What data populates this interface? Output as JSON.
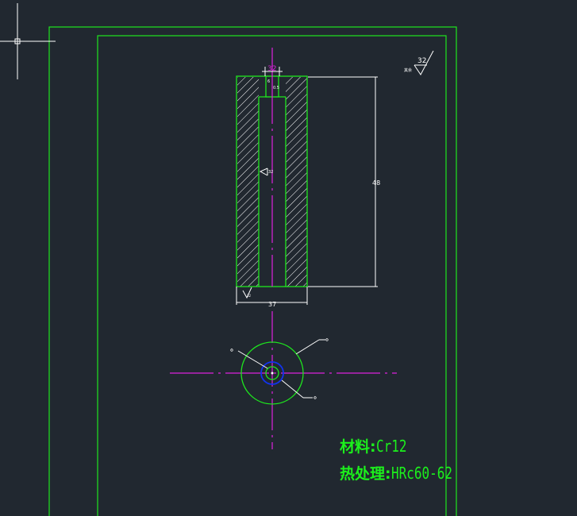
{
  "colors": {
    "background": "#212830",
    "frame": "#1ee61e",
    "centerline": "#dd22dd",
    "dimension": "#ffffff",
    "crosshair": "#ffffff",
    "hole": "#1133ee"
  },
  "drawing": {
    "roughness_top": "32",
    "roughness_side": "32",
    "roughness_bottom": "32",
    "roughness_note": "其余",
    "dim_top": "32",
    "dim_top_small_1": "6",
    "dim_top_small_2": "0.5",
    "dim_height": "48",
    "dim_width": "37",
    "leader_outer": "Φ",
    "leader_inner_a": "Φ",
    "leader_inner_b": "Φ"
  },
  "title_block": {
    "material_label": "材料:",
    "material_value": "Cr12",
    "heat_label": "热处理:",
    "heat_value": "HRc60-62"
  }
}
